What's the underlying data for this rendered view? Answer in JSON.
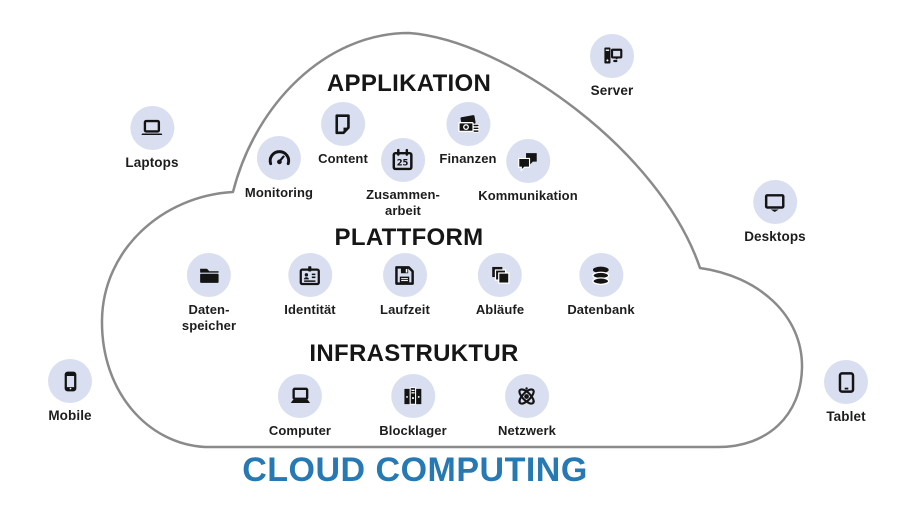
{
  "title": "CLOUD COMPUTING",
  "colors": {
    "title_text": "#2679b2",
    "cloud_outline": "#8a8a8a",
    "icon_circle_bg": "#d9dff0",
    "icon_glyph": "#141414"
  },
  "cloud": {
    "sections": [
      {
        "heading": "APPLIKATION",
        "items": [
          {
            "label": "Monitoring",
            "icon": "gauge-icon"
          },
          {
            "label": "Content",
            "icon": "document-icon"
          },
          {
            "label": "Zusammen-\narbeit",
            "icon": "calendar-icon"
          },
          {
            "label": "Finanzen",
            "icon": "money-icon"
          },
          {
            "label": "Kommunikation",
            "icon": "chat-bubbles-icon"
          }
        ]
      },
      {
        "heading": "PLATTFORM",
        "items": [
          {
            "label": "Daten-\nspeicher",
            "icon": "folder-icon"
          },
          {
            "label": "Identität",
            "icon": "id-card-icon"
          },
          {
            "label": "Laufzeit",
            "icon": "floppy-disk-icon"
          },
          {
            "label": "Abläufe",
            "icon": "layers-icon"
          },
          {
            "label": "Datenbank",
            "icon": "database-icon"
          }
        ]
      },
      {
        "heading": "INFRASTRUKTUR",
        "items": [
          {
            "label": "Computer",
            "icon": "laptop-icon"
          },
          {
            "label": "Blocklager",
            "icon": "block-storage-icon"
          },
          {
            "label": "Netzwerk",
            "icon": "atom-network-icon"
          }
        ]
      }
    ]
  },
  "devices": [
    {
      "label": "Laptops",
      "icon": "laptop-outline-icon"
    },
    {
      "label": "Server",
      "icon": "server-pc-icon"
    },
    {
      "label": "Desktops",
      "icon": "monitor-icon"
    },
    {
      "label": "Mobile",
      "icon": "smartphone-icon"
    },
    {
      "label": "Tablet",
      "icon": "tablet-icon"
    }
  ]
}
